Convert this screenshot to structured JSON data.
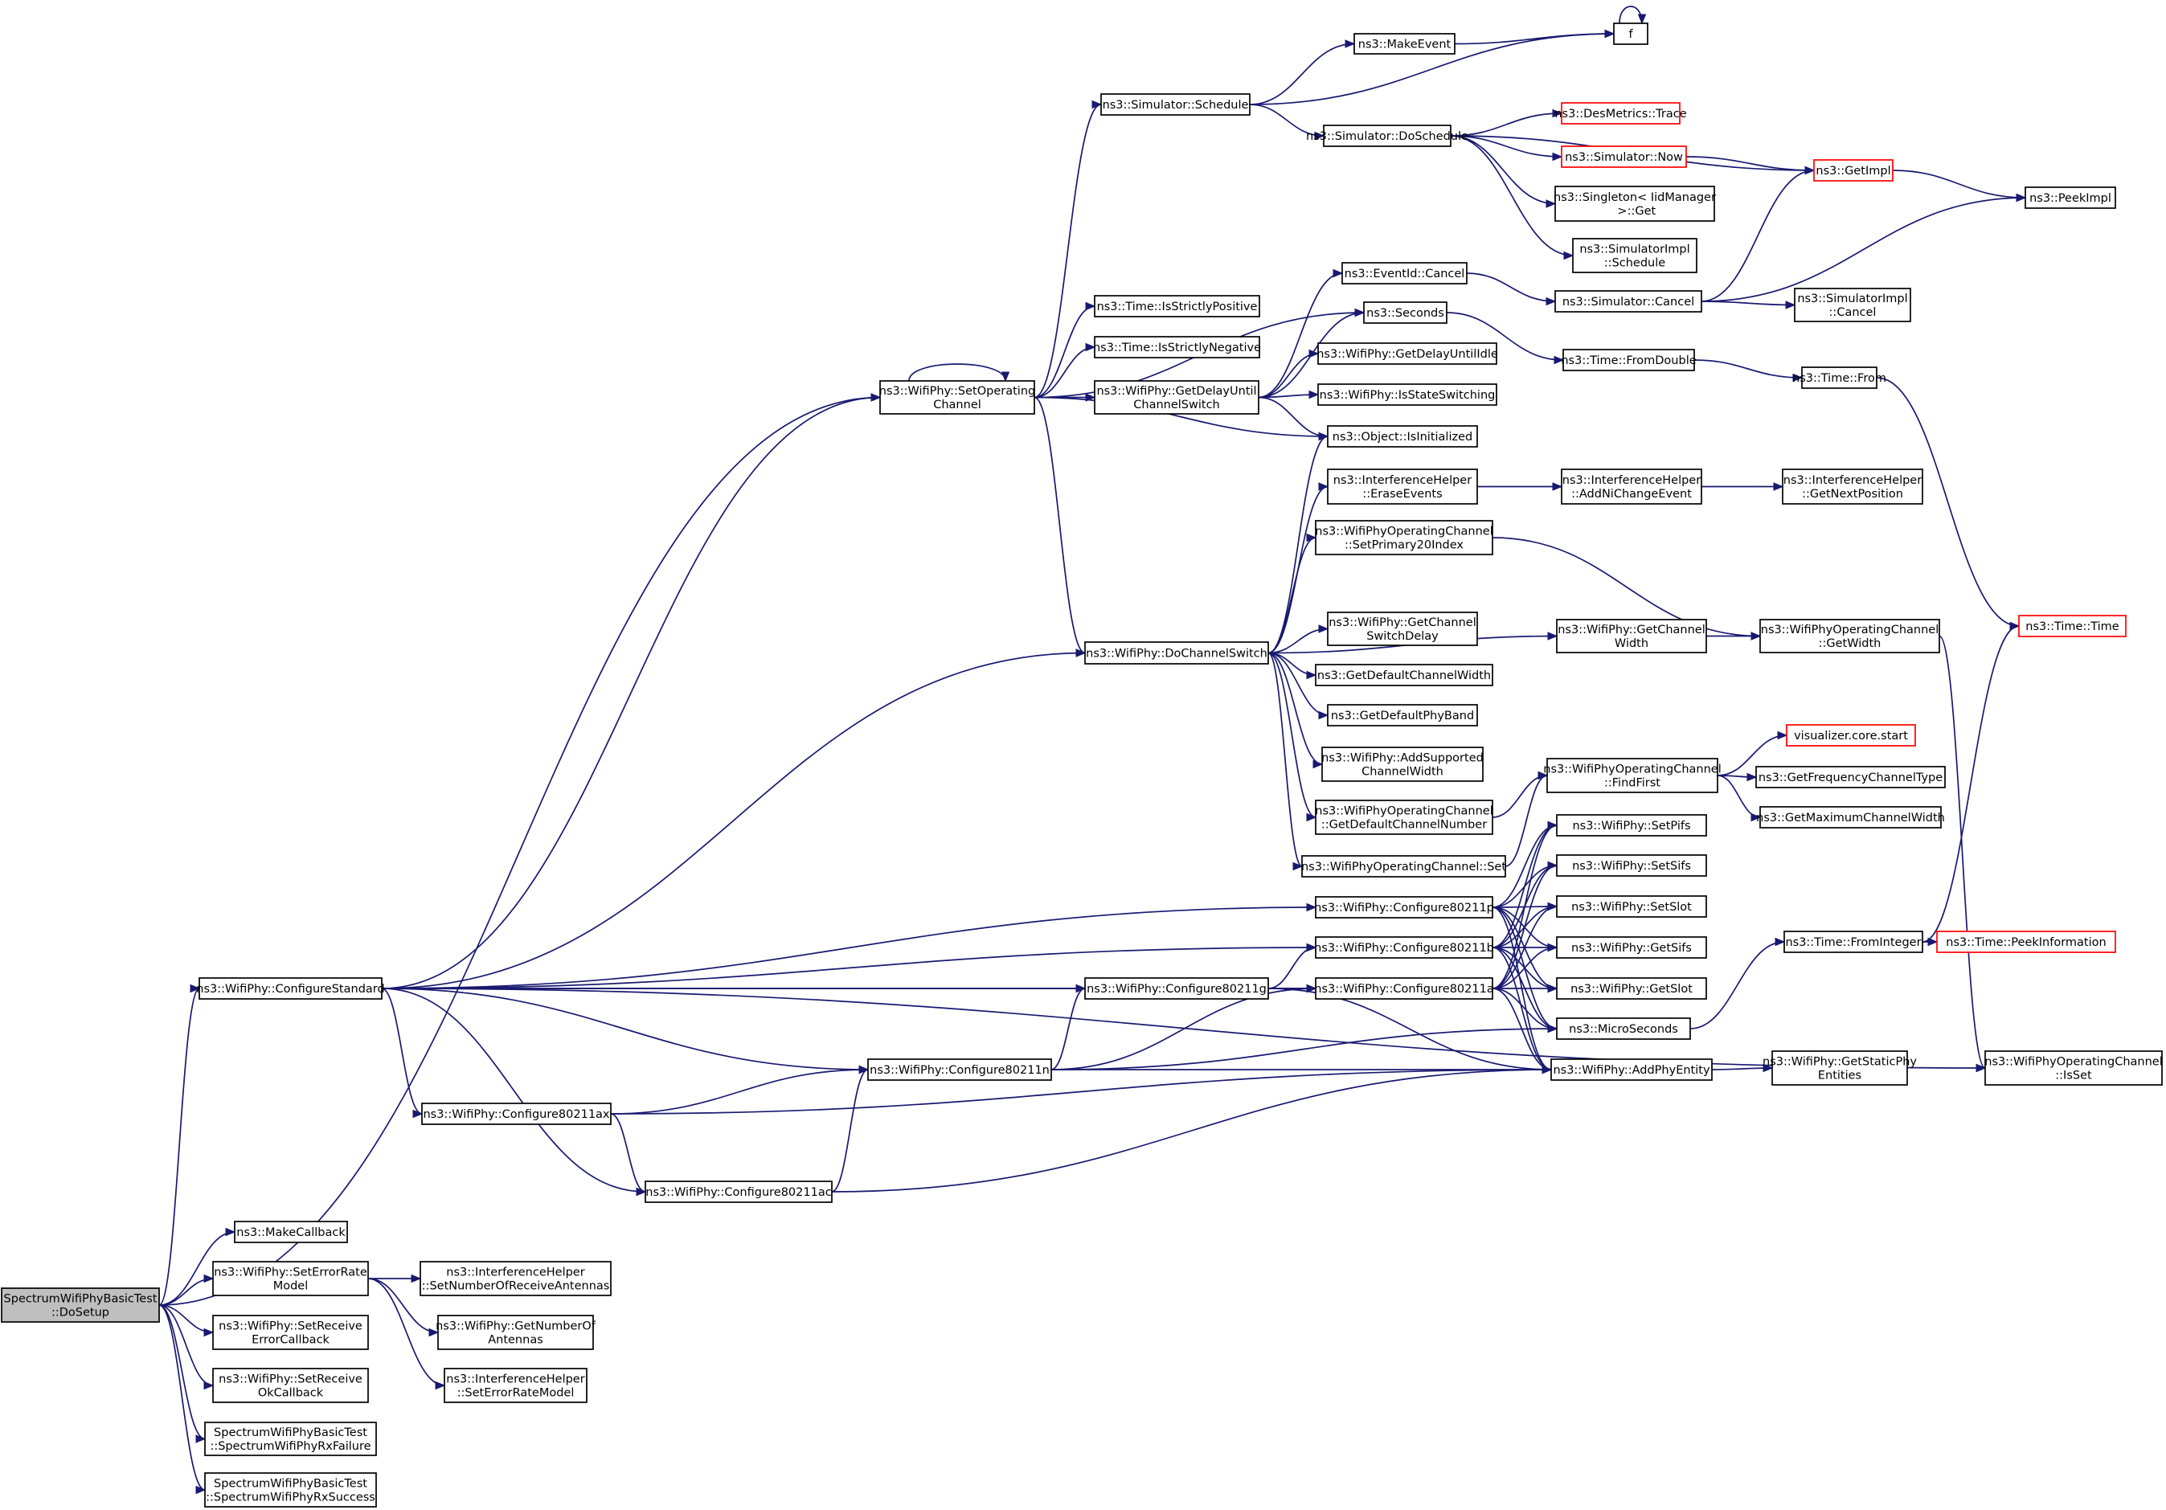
{
  "nodes": [
    {
      "id": "root",
      "lines": [
        "SpectrumWifiPhyBasicTest",
        "::DoSetup"
      ],
      "style": "root"
    },
    {
      "id": "f",
      "lines": [
        "f"
      ]
    },
    {
      "id": "makeEvent",
      "lines": [
        "ns3::MakeEvent"
      ]
    },
    {
      "id": "simSchedule",
      "lines": [
        "ns3::Simulator::Schedule"
      ]
    },
    {
      "id": "desMetrics",
      "lines": [
        "ns3::DesMetrics::Trace"
      ],
      "style": "red"
    },
    {
      "id": "simDoSchedule",
      "lines": [
        "ns3::Simulator::DoSchedule"
      ]
    },
    {
      "id": "simNow",
      "lines": [
        "ns3::Simulator::Now"
      ],
      "style": "red"
    },
    {
      "id": "getImpl",
      "lines": [
        "ns3::GetImpl"
      ],
      "style": "red"
    },
    {
      "id": "singletonGet",
      "lines": [
        "ns3::Singleton< IidManager",
        " >::Get"
      ]
    },
    {
      "id": "peekImpl",
      "lines": [
        "ns3::PeekImpl"
      ]
    },
    {
      "id": "simImplSchedule",
      "lines": [
        "ns3::SimulatorImpl",
        "::Schedule"
      ]
    },
    {
      "id": "eventIdCancel",
      "lines": [
        "ns3::EventId::Cancel"
      ]
    },
    {
      "id": "simCancel",
      "lines": [
        "ns3::Simulator::Cancel"
      ]
    },
    {
      "id": "simImplCancel",
      "lines": [
        "ns3::SimulatorImpl",
        "::Cancel"
      ]
    },
    {
      "id": "isStrictlyPositive",
      "lines": [
        "ns3::Time::IsStrictlyPositive"
      ]
    },
    {
      "id": "seconds",
      "lines": [
        "ns3::Seconds"
      ]
    },
    {
      "id": "isStrictlyNegative",
      "lines": [
        "ns3::Time::IsStrictlyNegative"
      ]
    },
    {
      "id": "setOperatingChannel",
      "lines": [
        "ns3::WifiPhy::SetOperating",
        "Channel"
      ]
    },
    {
      "id": "getDelayUntilChannelSwitch",
      "lines": [
        "ns3::WifiPhy::GetDelayUntil",
        "ChannelSwitch"
      ]
    },
    {
      "id": "getDelayUntilIdle",
      "lines": [
        "ns3::WifiPhy::GetDelayUntilIdle"
      ]
    },
    {
      "id": "fromDouble",
      "lines": [
        "ns3::Time::FromDouble"
      ]
    },
    {
      "id": "timeFrom",
      "lines": [
        "ns3::Time::From"
      ]
    },
    {
      "id": "isStateSwitching",
      "lines": [
        "ns3::WifiPhy::IsStateSwitching"
      ]
    },
    {
      "id": "isInitialized",
      "lines": [
        "ns3::Object::IsInitialized"
      ]
    },
    {
      "id": "eraseEvents",
      "lines": [
        "ns3::InterferenceHelper",
        "::EraseEvents"
      ]
    },
    {
      "id": "addNiChangeEvent",
      "lines": [
        "ns3::InterferenceHelper",
        "::AddNiChangeEvent"
      ]
    },
    {
      "id": "getNextPosition",
      "lines": [
        "ns3::InterferenceHelper",
        "::GetNextPosition"
      ]
    },
    {
      "id": "setPrimary20Index",
      "lines": [
        "ns3::WifiPhyOperatingChannel",
        "::SetPrimary20Index"
      ]
    },
    {
      "id": "getChannelWidthPhy",
      "lines": [
        "ns3::WifiPhy::GetChannel",
        "Width"
      ]
    },
    {
      "id": "ocGetWidth",
      "lines": [
        "ns3::WifiPhyOperatingChannel",
        "::GetWidth"
      ]
    },
    {
      "id": "timeTime",
      "lines": [
        "ns3::Time::Time"
      ],
      "style": "red"
    },
    {
      "id": "doChannelSwitch",
      "lines": [
        "ns3::WifiPhy::DoChannelSwitch"
      ]
    },
    {
      "id": "getChannelSwitchDelay",
      "lines": [
        "ns3::WifiPhy::GetChannel",
        "SwitchDelay"
      ]
    },
    {
      "id": "getDefaultChannelWidth",
      "lines": [
        "ns3::GetDefaultChannelWidth"
      ]
    },
    {
      "id": "getDefaultPhyBand",
      "lines": [
        "ns3::GetDefaultPhyBand"
      ]
    },
    {
      "id": "addSupportedChannelWidth",
      "lines": [
        "ns3::WifiPhy::AddSupported",
        "ChannelWidth"
      ]
    },
    {
      "id": "visualizerStart",
      "lines": [
        "visualizer.core.start"
      ],
      "style": "red"
    },
    {
      "id": "findFirst",
      "lines": [
        "ns3::WifiPhyOperatingChannel",
        "::FindFirst"
      ]
    },
    {
      "id": "getFrequencyChannelType",
      "lines": [
        "ns3::GetFrequencyChannelType"
      ]
    },
    {
      "id": "getDefaultChannelNumber",
      "lines": [
        "ns3::WifiPhyOperatingChannel",
        "::GetDefaultChannelNumber"
      ]
    },
    {
      "id": "getMaximumChannelWidth",
      "lines": [
        "ns3::GetMaximumChannelWidth"
      ]
    },
    {
      "id": "setPifs",
      "lines": [
        "ns3::WifiPhy::SetPifs"
      ]
    },
    {
      "id": "ocSet",
      "lines": [
        "ns3::WifiPhyOperatingChannel::Set"
      ]
    },
    {
      "id": "setSifs",
      "lines": [
        "ns3::WifiPhy::SetSifs"
      ]
    },
    {
      "id": "configure80211p",
      "lines": [
        "ns3::WifiPhy::Configure80211p"
      ]
    },
    {
      "id": "setSlot",
      "lines": [
        "ns3::WifiPhy::SetSlot"
      ]
    },
    {
      "id": "configure80211b",
      "lines": [
        "ns3::WifiPhy::Configure80211b"
      ]
    },
    {
      "id": "getSifs",
      "lines": [
        "ns3::WifiPhy::GetSifs"
      ]
    },
    {
      "id": "fromInteger",
      "lines": [
        "ns3::Time::FromInteger"
      ]
    },
    {
      "id": "peekInformation",
      "lines": [
        "ns3::Time::PeekInformation"
      ],
      "style": "red"
    },
    {
      "id": "configureStandard",
      "lines": [
        "ns3::WifiPhy::ConfigureStandard"
      ]
    },
    {
      "id": "configure80211g",
      "lines": [
        "ns3::WifiPhy::Configure80211g"
      ]
    },
    {
      "id": "configure80211a",
      "lines": [
        "ns3::WifiPhy::Configure80211a"
      ]
    },
    {
      "id": "getSlot",
      "lines": [
        "ns3::WifiPhy::GetSlot"
      ]
    },
    {
      "id": "microSeconds",
      "lines": [
        "ns3::MicroSeconds"
      ]
    },
    {
      "id": "configure80211n",
      "lines": [
        "ns3::WifiPhy::Configure80211n"
      ]
    },
    {
      "id": "addPhyEntity",
      "lines": [
        "ns3::WifiPhy::AddPhyEntity"
      ]
    },
    {
      "id": "getStaticPhyEntities",
      "lines": [
        "ns3::WifiPhy::GetStaticPhy",
        "Entities"
      ]
    },
    {
      "id": "ocIsSet",
      "lines": [
        "ns3::WifiPhyOperatingChannel",
        "::IsSet"
      ]
    },
    {
      "id": "configure80211ax",
      "lines": [
        "ns3::WifiPhy::Configure80211ax"
      ]
    },
    {
      "id": "configure80211ac",
      "lines": [
        "ns3::WifiPhy::Configure80211ac"
      ]
    },
    {
      "id": "makeCallback",
      "lines": [
        "ns3::MakeCallback"
      ]
    },
    {
      "id": "setErrorRateModel",
      "lines": [
        "ns3::WifiPhy::SetErrorRate",
        "Model"
      ]
    },
    {
      "id": "setNumberOfReceiveAntennas",
      "lines": [
        "ns3::InterferenceHelper",
        "::SetNumberOfReceiveAntennas"
      ]
    },
    {
      "id": "getNumberOfAntennas",
      "lines": [
        "ns3::WifiPhy::GetNumberOf",
        "Antennas"
      ]
    },
    {
      "id": "setReceiveErrorCallback",
      "lines": [
        "ns3::WifiPhy::SetReceive",
        "ErrorCallback"
      ]
    },
    {
      "id": "ihSetErrorRateModel",
      "lines": [
        "ns3::InterferenceHelper",
        "::SetErrorRateModel"
      ]
    },
    {
      "id": "setReceiveOkCallback",
      "lines": [
        "ns3::WifiPhy::SetReceive",
        "OkCallback"
      ]
    },
    {
      "id": "rxFailure",
      "lines": [
        "SpectrumWifiPhyBasicTest",
        "::SpectrumWifiPhyRxFailure"
      ]
    },
    {
      "id": "rxSuccess",
      "lines": [
        "SpectrumWifiPhyBasicTest",
        "::SpectrumWifiPhyRxSuccess"
      ]
    }
  ],
  "edges": [
    [
      "root",
      "setOperatingChannel"
    ],
    [
      "root",
      "configureStandard"
    ],
    [
      "root",
      "makeCallback"
    ],
    [
      "root",
      "setErrorRateModel"
    ],
    [
      "root",
      "setReceiveErrorCallback"
    ],
    [
      "root",
      "setReceiveOkCallback"
    ],
    [
      "root",
      "rxFailure"
    ],
    [
      "root",
      "rxSuccess"
    ],
    [
      "setOperatingChannel",
      "setOperatingChannel"
    ],
    [
      "setOperatingChannel",
      "simSchedule"
    ],
    [
      "setOperatingChannel",
      "seconds"
    ],
    [
      "setOperatingChannel",
      "isStrictlyPositive"
    ],
    [
      "setOperatingChannel",
      "isStrictlyNegative"
    ],
    [
      "setOperatingChannel",
      "getDelayUntilChannelSwitch"
    ],
    [
      "setOperatingChannel",
      "isInitialized"
    ],
    [
      "setOperatingChannel",
      "doChannelSwitch"
    ],
    [
      "simSchedule",
      "makeEvent"
    ],
    [
      "simSchedule",
      "f"
    ],
    [
      "simSchedule",
      "simDoSchedule"
    ],
    [
      "makeEvent",
      "f"
    ],
    [
      "f",
      "f"
    ],
    [
      "simDoSchedule",
      "desMetrics"
    ],
    [
      "simDoSchedule",
      "simNow"
    ],
    [
      "simDoSchedule",
      "getImpl"
    ],
    [
      "simDoSchedule",
      "singletonGet"
    ],
    [
      "simDoSchedule",
      "simImplSchedule"
    ],
    [
      "simNow",
      "getImpl"
    ],
    [
      "getImpl",
      "peekImpl"
    ],
    [
      "eventIdCancel",
      "simCancel"
    ],
    [
      "simCancel",
      "getImpl"
    ],
    [
      "simCancel",
      "peekImpl"
    ],
    [
      "simCancel",
      "simImplCancel"
    ],
    [
      "seconds",
      "fromDouble"
    ],
    [
      "fromDouble",
      "timeFrom"
    ],
    [
      "timeFrom",
      "timeTime"
    ],
    [
      "getDelayUntilChannelSwitch",
      "eventIdCancel"
    ],
    [
      "getDelayUntilChannelSwitch",
      "seconds"
    ],
    [
      "getDelayUntilChannelSwitch",
      "getDelayUntilIdle"
    ],
    [
      "getDelayUntilChannelSwitch",
      "isStateSwitching"
    ],
    [
      "getDelayUntilChannelSwitch",
      "isInitialized"
    ],
    [
      "doChannelSwitch",
      "isInitialized"
    ],
    [
      "doChannelSwitch",
      "eraseEvents"
    ],
    [
      "doChannelSwitch",
      "setPrimary20Index"
    ],
    [
      "doChannelSwitch",
      "getChannelWidthPhy"
    ],
    [
      "doChannelSwitch",
      "getChannelSwitchDelay"
    ],
    [
      "doChannelSwitch",
      "getDefaultChannelWidth"
    ],
    [
      "doChannelSwitch",
      "getDefaultPhyBand"
    ],
    [
      "doChannelSwitch",
      "addSupportedChannelWidth"
    ],
    [
      "doChannelSwitch",
      "getDefaultChannelNumber"
    ],
    [
      "doChannelSwitch",
      "ocSet"
    ],
    [
      "eraseEvents",
      "addNiChangeEvent"
    ],
    [
      "addNiChangeEvent",
      "getNextPosition"
    ],
    [
      "setPrimary20Index",
      "ocGetWidth"
    ],
    [
      "getChannelWidthPhy",
      "ocGetWidth"
    ],
    [
      "ocGetWidth",
      "ocIsSet"
    ],
    [
      "getDefaultChannelNumber",
      "findFirst"
    ],
    [
      "ocSet",
      "findFirst"
    ],
    [
      "findFirst",
      "visualizerStart"
    ],
    [
      "findFirst",
      "getFrequencyChannelType"
    ],
    [
      "findFirst",
      "getMaximumChannelWidth"
    ],
    [
      "configureStandard",
      "doChannelSwitch"
    ],
    [
      "configureStandard",
      "setOperatingChannel"
    ],
    [
      "configureStandard",
      "configure80211p"
    ],
    [
      "configureStandard",
      "configure80211b"
    ],
    [
      "configureStandard",
      "configure80211a"
    ],
    [
      "configureStandard",
      "configure80211g"
    ],
    [
      "configureStandard",
      "configure80211n"
    ],
    [
      "configureStandard",
      "configure80211ax"
    ],
    [
      "configureStandard",
      "configure80211ac"
    ],
    [
      "configureStandard",
      "ocIsSet"
    ],
    [
      "configure80211p",
      "setPifs"
    ],
    [
      "configure80211p",
      "setSifs"
    ],
    [
      "configure80211p",
      "setSlot"
    ],
    [
      "configure80211p",
      "getSifs"
    ],
    [
      "configure80211p",
      "getSlot"
    ],
    [
      "configure80211p",
      "microSeconds"
    ],
    [
      "configure80211p",
      "addPhyEntity"
    ],
    [
      "configure80211b",
      "setPifs"
    ],
    [
      "configure80211b",
      "setSifs"
    ],
    [
      "configure80211b",
      "setSlot"
    ],
    [
      "configure80211b",
      "getSifs"
    ],
    [
      "configure80211b",
      "getSlot"
    ],
    [
      "configure80211b",
      "microSeconds"
    ],
    [
      "configure80211b",
      "addPhyEntity"
    ],
    [
      "configure80211a",
      "setPifs"
    ],
    [
      "configure80211a",
      "setSifs"
    ],
    [
      "configure80211a",
      "setSlot"
    ],
    [
      "configure80211a",
      "getSifs"
    ],
    [
      "configure80211a",
      "getSlot"
    ],
    [
      "configure80211a",
      "microSeconds"
    ],
    [
      "configure80211a",
      "addPhyEntity"
    ],
    [
      "configure80211g",
      "configure80211b"
    ],
    [
      "configure80211g",
      "configure80211a"
    ],
    [
      "configure80211g",
      "addPhyEntity"
    ],
    [
      "configure80211n",
      "configure80211g"
    ],
    [
      "configure80211n",
      "configure80211a"
    ],
    [
      "configure80211n",
      "microSeconds"
    ],
    [
      "configure80211n",
      "addPhyEntity"
    ],
    [
      "configure80211ax",
      "configure80211n"
    ],
    [
      "configure80211ax",
      "configure80211ac"
    ],
    [
      "configure80211ax",
      "addPhyEntity"
    ],
    [
      "configure80211ac",
      "configure80211n"
    ],
    [
      "configure80211ac",
      "addPhyEntity"
    ],
    [
      "microSeconds",
      "fromInteger"
    ],
    [
      "fromInteger",
      "timeTime"
    ],
    [
      "fromInteger",
      "peekInformation"
    ],
    [
      "addPhyEntity",
      "getStaticPhyEntities"
    ],
    [
      "setErrorRateModel",
      "setNumberOfReceiveAntennas"
    ],
    [
      "setErrorRateModel",
      "getNumberOfAntennas"
    ],
    [
      "setErrorRateModel",
      "ihSetErrorRateModel"
    ]
  ]
}
